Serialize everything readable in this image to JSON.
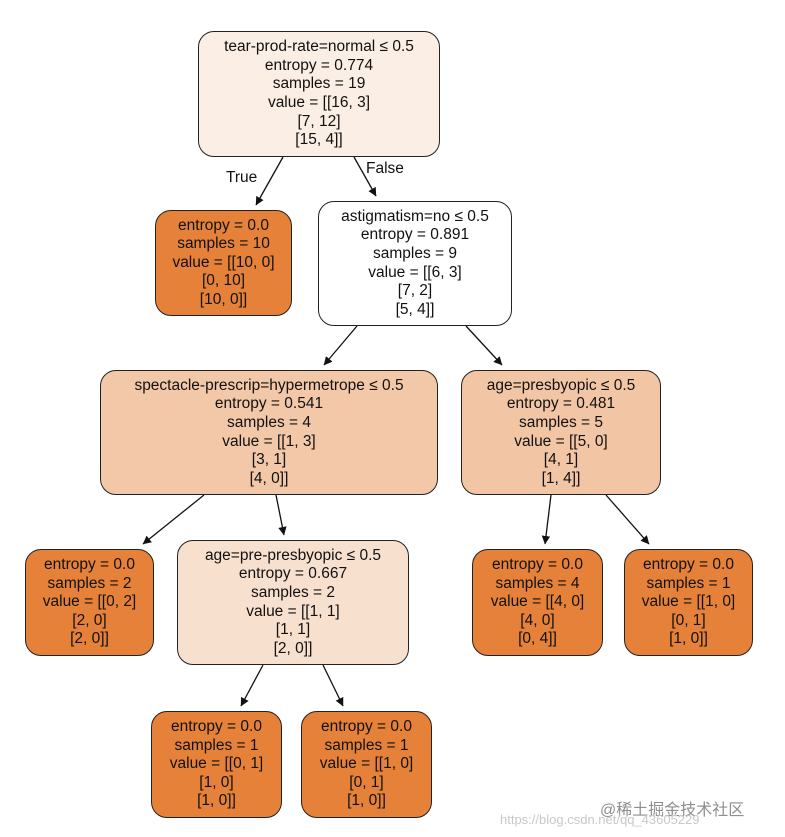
{
  "nodes": [
    {
      "id": "root",
      "lines": [
        "tear-prod-rate=normal ≤ 0.5",
        "entropy = 0.774",
        "samples = 19",
        "value = [[16, 3]",
        "[7, 12]",
        "[15, 4]]"
      ],
      "fill": "#fbeee4"
    },
    {
      "id": "n1",
      "lines": [
        "entropy = 0.0",
        "samples = 10",
        "value = [[10, 0]",
        "[0, 10]",
        "[10, 0]]"
      ],
      "fill": "#e58139"
    },
    {
      "id": "n2",
      "lines": [
        "astigmatism=no ≤ 0.5",
        "entropy = 0.891",
        "samples = 9",
        "value = [[6, 3]",
        "[7, 2]",
        "[5, 4]]"
      ],
      "fill": "#ffffff"
    },
    {
      "id": "n3",
      "lines": [
        "spectacle-prescrip=hypermetrope ≤ 0.5",
        "entropy = 0.541",
        "samples = 4",
        "value = [[1, 3]",
        "[3, 1]",
        "[4, 0]]"
      ],
      "fill": "#f2c8a8"
    },
    {
      "id": "n4",
      "lines": [
        "age=presbyopic ≤ 0.5",
        "entropy = 0.481",
        "samples = 5",
        "value = [[5, 0]",
        "[4, 1]",
        "[1, 4]]"
      ],
      "fill": "#f2c6a5"
    },
    {
      "id": "n5",
      "lines": [
        "entropy = 0.0",
        "samples = 2",
        "value = [[0, 2]",
        "[2, 0]",
        "[2, 0]]"
      ],
      "fill": "#e58139"
    },
    {
      "id": "n6",
      "lines": [
        "age=pre-presbyopic ≤ 0.5",
        "entropy = 0.667",
        "samples = 2",
        "value = [[1, 1]",
        "[1, 1]",
        "[2, 0]]"
      ],
      "fill": "#f8e0ce"
    },
    {
      "id": "n7",
      "lines": [
        "entropy = 0.0",
        "samples = 4",
        "value = [[4, 0]",
        "[4, 0]",
        "[0, 4]]"
      ],
      "fill": "#e58139"
    },
    {
      "id": "n8",
      "lines": [
        "entropy = 0.0",
        "samples = 1",
        "value = [[1, 0]",
        "[0, 1]",
        "[1, 0]]"
      ],
      "fill": "#e58139"
    },
    {
      "id": "n9",
      "lines": [
        "entropy = 0.0",
        "samples = 1",
        "value = [[0, 1]",
        "[1, 0]",
        "[1, 0]]"
      ],
      "fill": "#e58139"
    },
    {
      "id": "n10",
      "lines": [
        "entropy = 0.0",
        "samples = 1",
        "value = [[1, 0]",
        "[0, 1]",
        "[1, 0]]"
      ],
      "fill": "#e58139"
    }
  ],
  "edges": [
    {
      "from": "root",
      "to": "n1",
      "label": "True"
    },
    {
      "from": "root",
      "to": "n2",
      "label": "False"
    },
    {
      "from": "n2",
      "to": "n3",
      "label": ""
    },
    {
      "from": "n2",
      "to": "n4",
      "label": ""
    },
    {
      "from": "n3",
      "to": "n5",
      "label": ""
    },
    {
      "from": "n3",
      "to": "n6",
      "label": ""
    },
    {
      "from": "n4",
      "to": "n7",
      "label": ""
    },
    {
      "from": "n4",
      "to": "n8",
      "label": ""
    },
    {
      "from": "n6",
      "to": "n9",
      "label": ""
    },
    {
      "from": "n6",
      "to": "n10",
      "label": ""
    }
  ],
  "colors": {
    "stroke": "#222222",
    "leaf_orange": "#e58139"
  },
  "watermark": {
    "prefix": "@稀土掘金技术社区",
    "url": "https://blog.csdn.net/qq_43605229"
  }
}
